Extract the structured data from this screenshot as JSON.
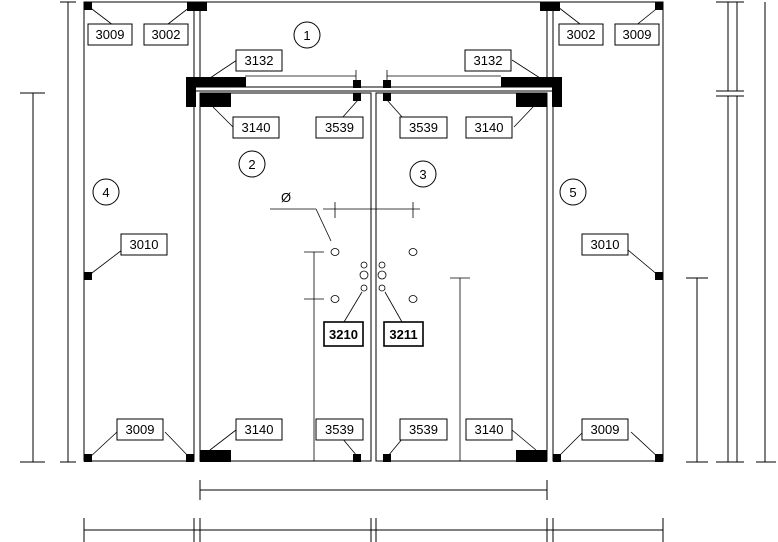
{
  "panels": [
    {
      "number": "1"
    },
    {
      "number": "2"
    },
    {
      "number": "3"
    },
    {
      "number": "4"
    },
    {
      "number": "5"
    }
  ],
  "labels": {
    "tl_3009": "3009",
    "tl_3002": "3002",
    "tr_3002": "3002",
    "tr_3009": "3009",
    "l_3132": "3132",
    "r_3132": "3132",
    "l_3140_top": "3140",
    "l_3539_top": "3539",
    "r_3539_top": "3539",
    "r_3140_top": "3140",
    "l_3010": "3010",
    "r_3010": "3010",
    "c_3210": "3210",
    "c_3211": "3211",
    "bl_3009": "3009",
    "bl_3140": "3140",
    "bl_3539": "3539",
    "br_3539": "3539",
    "br_3140": "3140",
    "br_3009": "3009"
  },
  "symbols": {
    "diameter": "Ø"
  }
}
